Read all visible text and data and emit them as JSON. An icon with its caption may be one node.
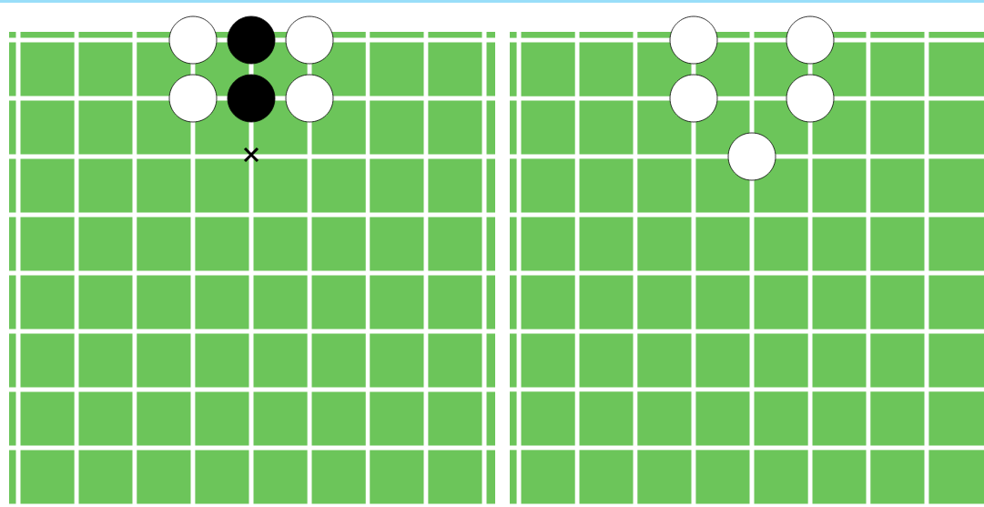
{
  "diagram": {
    "nodes": [
      {
        "text": [],
        "shape": "box"
      },
      {
        "text": [],
        "shape": "box"
      },
      {
        "text": [],
        "shape": "circle",
        "in": 0
      },
      {
        "text": [],
        "shape": "circle",
        "in": 0
      },
      {
        "text": [],
        "shape": "circle",
        "in": 0
      },
      {
        "text": [],
        "shape": "circle",
        "in": 0
      },
      {
        "text": [],
        "shape": "circle",
        "in": 0
      },
      {
        "text": [],
        "shape": "circle",
        "in": 0
      },
      {
        "text": [],
        "shape": "circle",
        "in": 1
      },
      {
        "text": [],
        "shape": "circle",
        "in": 1
      },
      {
        "text": [],
        "shape": "circle",
        "in": 1
      },
      {
        "text": [],
        "shape": "circle",
        "in": 1
      },
      {
        "text": [],
        "shape": "circle",
        "in": 1
      }
    ]
  }
}
